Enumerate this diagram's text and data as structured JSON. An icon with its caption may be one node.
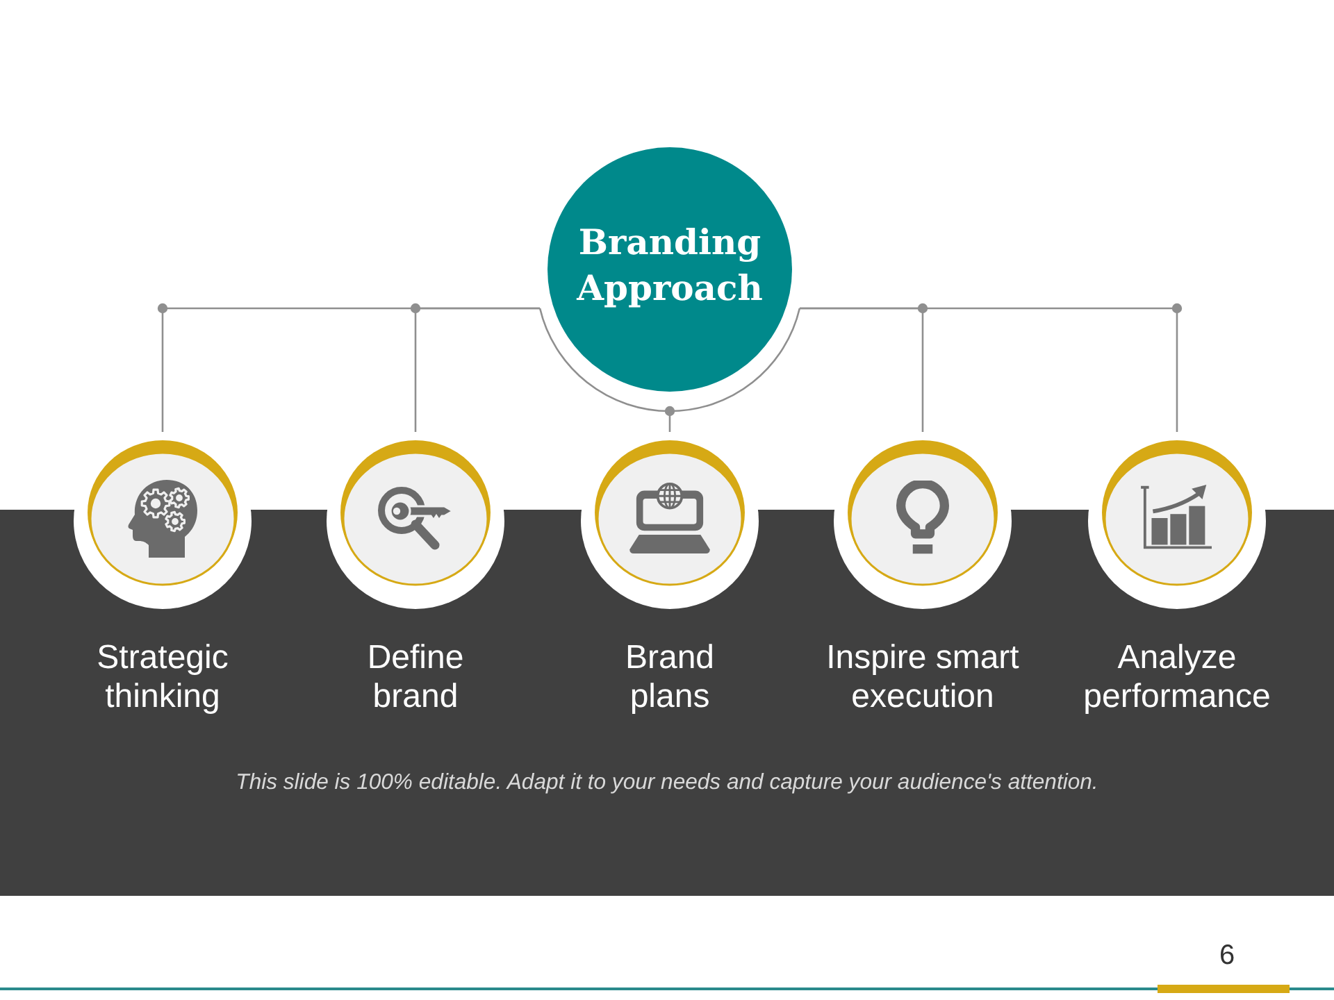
{
  "diagram": {
    "nodes": [
      {
        "text": [
          "Branding Approach"
        ]
      },
      {
        "text": [
          "Strategic thinking"
        ]
      },
      {
        "text": [
          "Define brand"
        ]
      },
      {
        "text": [
          "Brand plans"
        ]
      },
      {
        "text": [
          "Inspire smart execution"
        ]
      },
      {
        "text": [
          "Analyze performance"
        ]
      }
    ],
    "edges": [
      {
        "from": 0,
        "to": 1,
        "arrow": "none"
      },
      {
        "from": 0,
        "to": 2,
        "arrow": "none"
      },
      {
        "from": 0,
        "to": 3,
        "arrow": "other"
      },
      {
        "from": 0,
        "to": 4,
        "arrow": "none"
      },
      {
        "from": 0,
        "to": 5,
        "arrow": "none"
      }
    ],
    "caption": "This slide is 100% editable. Adapt it to your needs and capture your audience's attention.",
    "labels": [
      "6"
    ]
  }
}
